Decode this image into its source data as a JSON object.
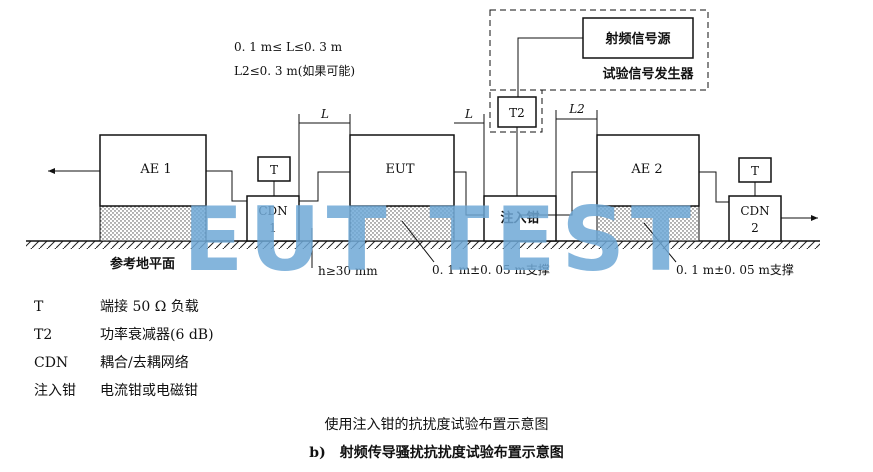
{
  "labels": {
    "rf_source": "射频信号源",
    "generator": "试验信号发生器",
    "t2_box": "T2",
    "ae1": "AE 1",
    "ae2": "AE 2",
    "eut": "EUT",
    "t_left": "T",
    "t_right": "T",
    "cdn_left_1": "CDN",
    "cdn_left_2": "1",
    "cdn_right_1": "CDN",
    "cdn_right_2": "2",
    "clamp": "注入钳",
    "ground": "参考地平面",
    "cond1": "0. 1 m≤ L≤0. 3 m",
    "cond2": "L2≤0. 3 m(如果可能)",
    "dim_l": "L",
    "dim_l_small": "L",
    "dim_l2": "L2",
    "height": "h≥30 mm",
    "support_left": "0. 1 m±0. 05 m支撑",
    "support_right": "0. 1 m±0. 05 m支撑",
    "watermark": "EUT TEST"
  },
  "legend": [
    {
      "key": "T",
      "desc": "端接 50 Ω 负载"
    },
    {
      "key": "T2",
      "desc": "功率衰减器(6 dB)"
    },
    {
      "key": "CDN",
      "desc": "耦合/去耦网络"
    },
    {
      "key": "注入钳",
      "desc": "电流钳或电磁钳"
    }
  ],
  "caption": "使用注入钳的抗扰度试验布置示意图",
  "caption_b": "b)　射频传导骚扰抗扰度试验布置示意图",
  "colors": {
    "watermark": "#6fa8d6",
    "line": "#111111"
  }
}
